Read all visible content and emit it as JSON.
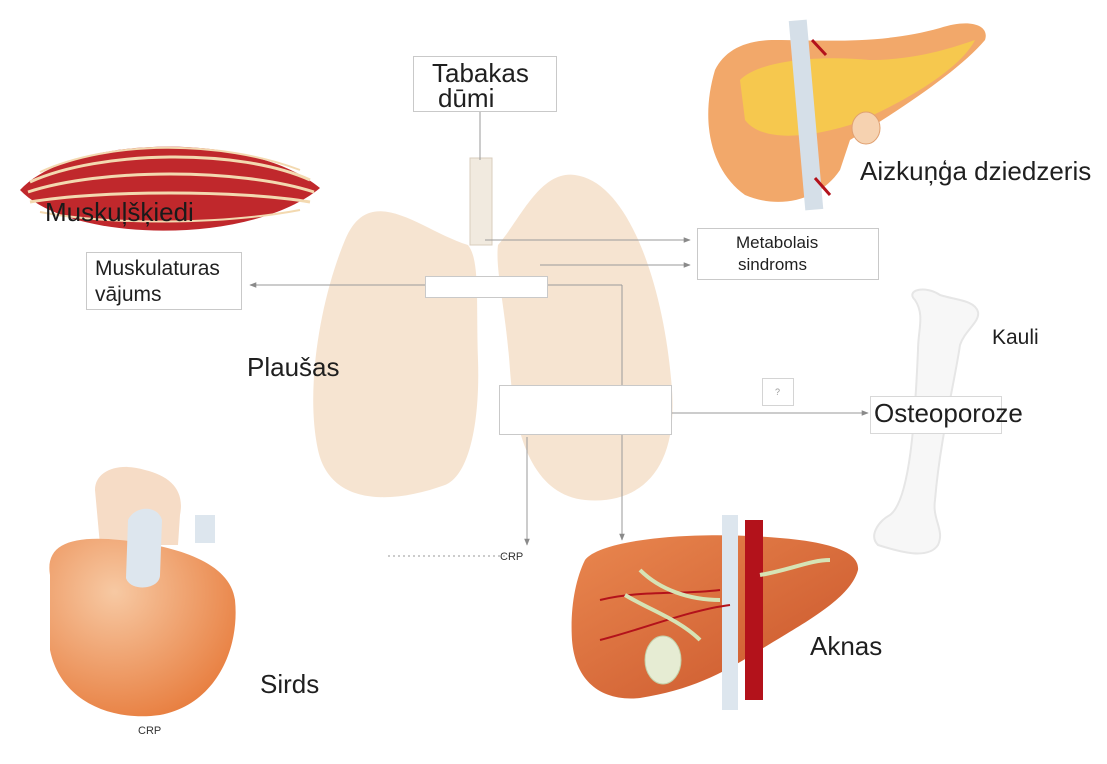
{
  "labels": {
    "smoke_line1": "Tabakas",
    "smoke_line2": "dūmi",
    "muscle_fibers": "Muskuļšķiedi",
    "muscle_weakness_line1": "Muskulaturas",
    "muscle_weakness_line2": "vājums",
    "lungs": "Plaušas",
    "pancreas": "Aizkuņģa dziedzeris",
    "metabolic_line1": "Metabolais",
    "metabolic_line2": "sindroms",
    "bones": "Kauli",
    "osteoporosis": "Osteoporoze",
    "question_mark": "?",
    "crp_center": "CRP",
    "liver": "Aknas",
    "heart": "Sirds",
    "crp_bottom": "CRP"
  },
  "colors": {
    "lung": "#f6e3cf",
    "muscle": "#c0282c",
    "muscle_band": "#f3d9b0",
    "pancreas": "#f6c84e",
    "organ_skin": "#f2a86a",
    "liver": "#d9673b",
    "vessel_red": "#b3121b",
    "vessel_blue": "#d5dfe8",
    "bile": "#d6e3b5",
    "bone": "#ededed",
    "arrow": "#9a9a9a"
  }
}
